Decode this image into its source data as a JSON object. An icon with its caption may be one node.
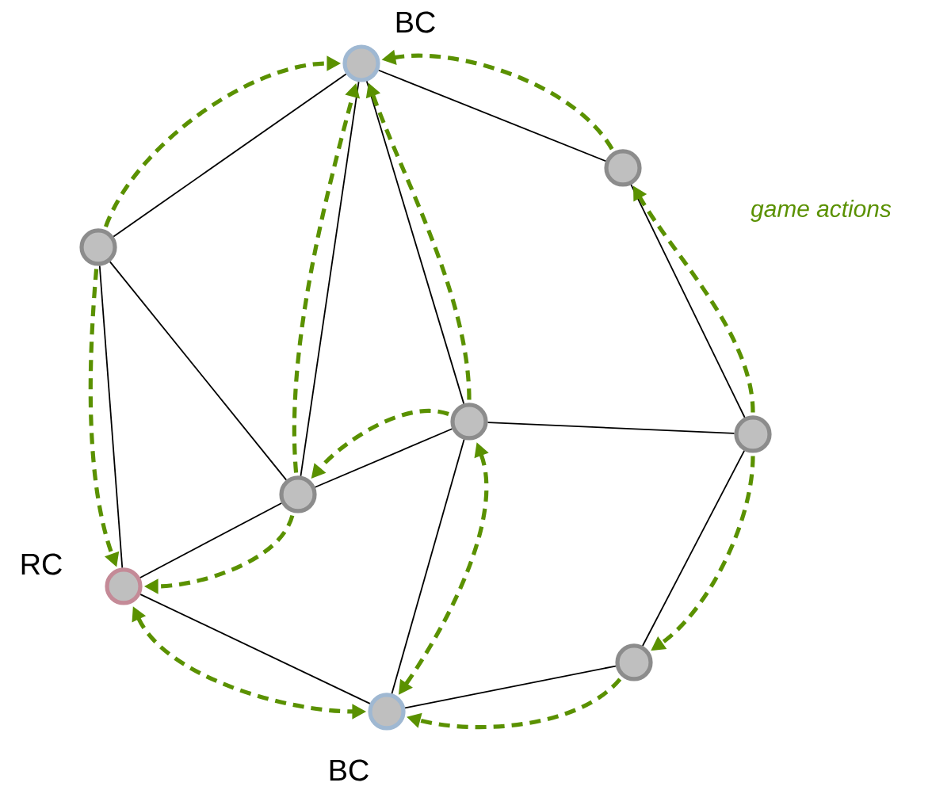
{
  "diagram": {
    "nodes": [
      {
        "text": [],
        "shape": "circle",
        "beside": [
          "BC"
        ]
      },
      {
        "text": [],
        "shape": "circle"
      },
      {
        "text": [],
        "shape": "circle"
      },
      {
        "text": [],
        "shape": "circle"
      },
      {
        "text": [],
        "shape": "circle"
      },
      {
        "text": [],
        "shape": "circle"
      },
      {
        "text": [],
        "shape": "circle",
        "beside": [
          "RC"
        ]
      },
      {
        "text": [],
        "shape": "circle"
      },
      {
        "text": [],
        "shape": "circle",
        "beside": [
          "BC"
        ]
      }
    ],
    "edges": [
      {
        "from": 0,
        "to": 2,
        "arrow": "none"
      },
      {
        "from": 0,
        "to": 1,
        "arrow": "none"
      },
      {
        "from": 0,
        "to": 5,
        "arrow": "none"
      },
      {
        "from": 0,
        "to": 3,
        "arrow": "none"
      },
      {
        "from": 1,
        "to": 4,
        "arrow": "none"
      },
      {
        "from": 2,
        "to": 5,
        "arrow": "none"
      },
      {
        "from": 2,
        "to": 6,
        "arrow": "none"
      },
      {
        "from": 5,
        "to": 3,
        "arrow": "none"
      },
      {
        "from": 5,
        "to": 6,
        "arrow": "none"
      },
      {
        "from": 3,
        "to": 4,
        "arrow": "none"
      },
      {
        "from": 3,
        "to": 8,
        "arrow": "none"
      },
      {
        "from": 6,
        "to": 8,
        "arrow": "none"
      },
      {
        "from": 8,
        "to": 7,
        "arrow": "none"
      },
      {
        "from": 7,
        "to": 4,
        "arrow": "none"
      },
      {
        "from": 2,
        "to": 0,
        "arrow": "to",
        "style": "dashed",
        "color": "#5a9100"
      },
      {
        "from": 1,
        "to": 0,
        "arrow": "to",
        "style": "dashed",
        "color": "#5a9100"
      },
      {
        "from": 5,
        "to": 0,
        "arrow": "to",
        "style": "dashed",
        "color": "#5a9100"
      },
      {
        "from": 3,
        "to": 0,
        "arrow": "to",
        "style": "dashed",
        "color": "#5a9100"
      },
      {
        "from": 3,
        "to": 5,
        "arrow": "to",
        "style": "dashed",
        "color": "#5a9100"
      },
      {
        "from": 5,
        "to": 6,
        "arrow": "to",
        "style": "dashed",
        "color": "#5a9100"
      },
      {
        "from": 2,
        "to": 6,
        "arrow": "to",
        "style": "dashed",
        "color": "#5a9100"
      },
      {
        "from": 6,
        "to": 8,
        "arrow": "both",
        "style": "dashed",
        "color": "#5a9100"
      },
      {
        "from": 3,
        "to": 8,
        "arrow": "both",
        "style": "dashed",
        "color": "#5a9100"
      },
      {
        "from": 4,
        "to": 1,
        "arrow": "to",
        "style": "dashed",
        "color": "#5a9100",
        "label": "game actions"
      },
      {
        "from": 4,
        "to": 7,
        "arrow": "to",
        "style": "dashed",
        "color": "#5a9100"
      },
      {
        "from": 7,
        "to": 8,
        "arrow": "to",
        "style": "dashed",
        "color": "#5a9100"
      }
    ]
  }
}
